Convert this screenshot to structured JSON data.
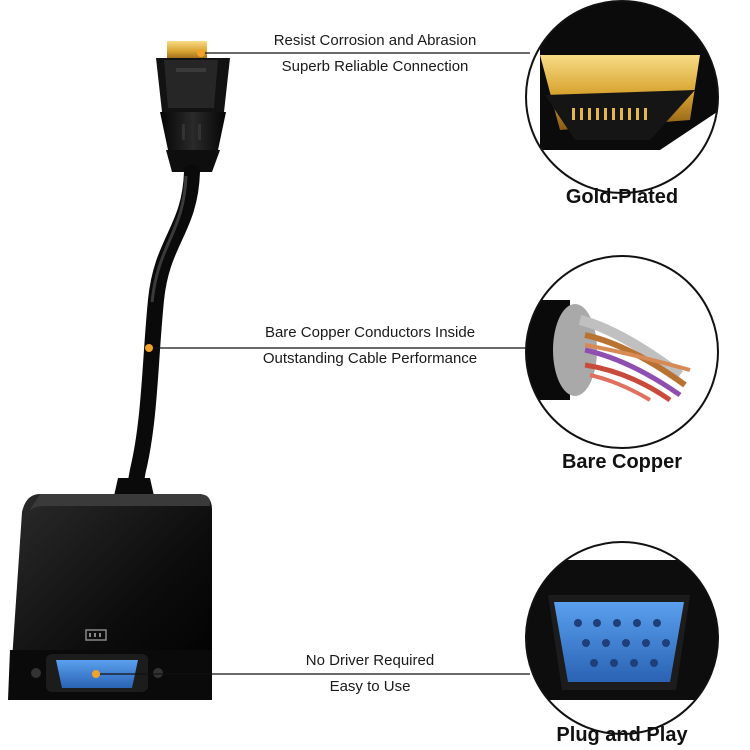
{
  "features": [
    {
      "line1": "Resist Corrosion and Abrasion",
      "line2": "Superb Reliable Connection",
      "caption": "Gold-Plated"
    },
    {
      "line1": "Bare Copper Conductors Inside",
      "line2": "Outstanding Cable Performance",
      "caption": "Bare Copper"
    },
    {
      "line1": "No Driver Required",
      "line2": "Easy to Use",
      "caption": "Plug and Play"
    }
  ],
  "colors": {
    "gold": "#e8b43a",
    "vga_blue": "#3e7fd0",
    "marker": "#f2a12a",
    "body": "#111111"
  }
}
